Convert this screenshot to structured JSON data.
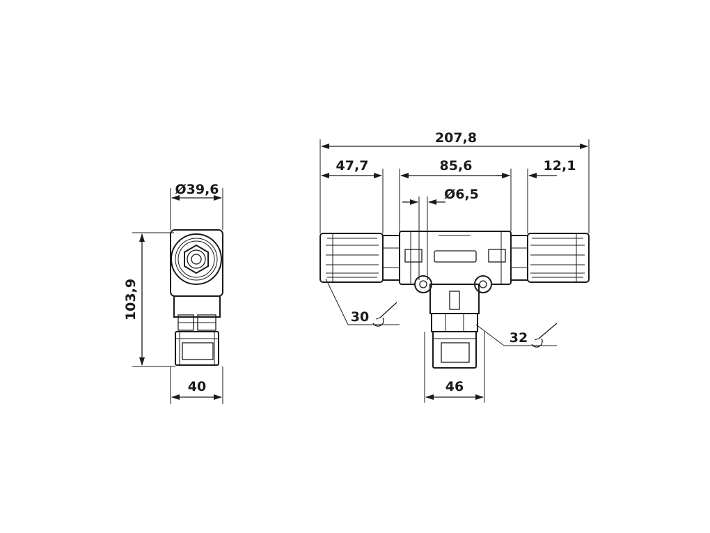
{
  "dimensions": {
    "overall_length": "207,8",
    "left_nut_length": "47,7",
    "center_span": "85,6",
    "right_offset": "12,1",
    "mount_hole": "Ø6,5",
    "side_diameter": "Ø39,6",
    "side_height": "103,9",
    "side_width": "40",
    "stem_width": "46"
  },
  "wrench_sizes": {
    "left": "30",
    "right": "32"
  }
}
